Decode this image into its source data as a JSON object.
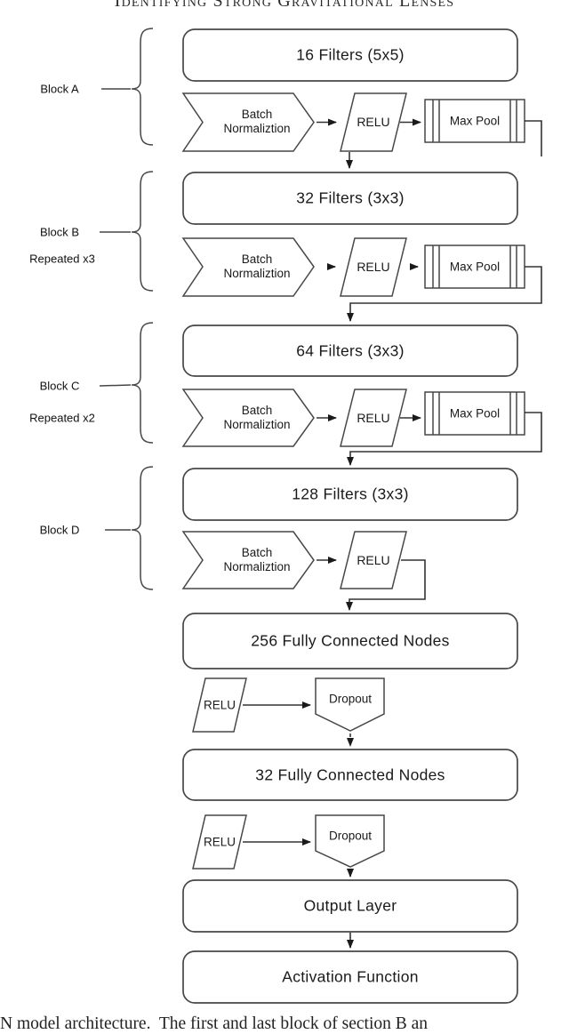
{
  "page": {
    "running_head": "Identifying Strong Gravitational Lenses",
    "caption_fragment": "N model architecture.  The first and last block of section B an"
  },
  "colors": {
    "box_stroke": "#474747",
    "line": "#333333",
    "text": "#1a1a1a",
    "background": "#ffffff"
  },
  "blocks": [
    {
      "label": "Block A",
      "repeat": "",
      "filters": "16 Filters (5x5)"
    },
    {
      "label": "Block B",
      "repeat": "Repeated x3",
      "filters": "32 Filters (3x3)"
    },
    {
      "label": "Block C",
      "repeat": "Repeated x2",
      "filters": "64 Filters (3x3)"
    },
    {
      "label": "Block D",
      "repeat": "",
      "filters": "128 Filters (3x3)"
    }
  ],
  "shapes": {
    "batch_norm_line1": "Batch",
    "batch_norm_line2": "Normaliztion",
    "relu": "RELU",
    "max_pool": "Max Pool",
    "dropout": "Dropout"
  },
  "fc": [
    {
      "box": "256 Fully Connected Nodes"
    },
    {
      "box": "32 Fully Connected Nodes"
    }
  ],
  "tail": {
    "output": "Output Layer",
    "activation": "Activation Function"
  }
}
